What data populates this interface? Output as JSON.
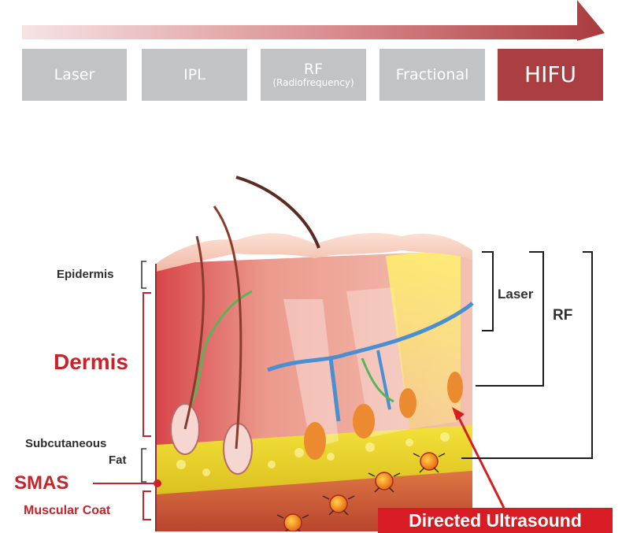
{
  "tabs": [
    {
      "label": "Laser",
      "sub": ""
    },
    {
      "label": "IPL",
      "sub": ""
    },
    {
      "label": "RF",
      "sub": "(Radiofrequency)"
    },
    {
      "label": "Fractional",
      "sub": ""
    },
    {
      "label": "HIFU",
      "sub": ""
    }
  ],
  "layers": {
    "epidermis": "Epidermis",
    "dermis": "Dermis",
    "subcutaneous_line1": "Subcutaneous",
    "subcutaneous_line2": "Fat",
    "smas": "SMAS",
    "muscular": "Muscular Coat"
  },
  "depth_labels": {
    "laser": "Laser",
    "rf": "RF"
  },
  "badge": "Directed Ultrasound",
  "colors": {
    "active_tab": "#ab3e40",
    "inactive_tab": "#c2c3c5",
    "label_red": "#c7232a",
    "badge_red": "#d71c24"
  }
}
